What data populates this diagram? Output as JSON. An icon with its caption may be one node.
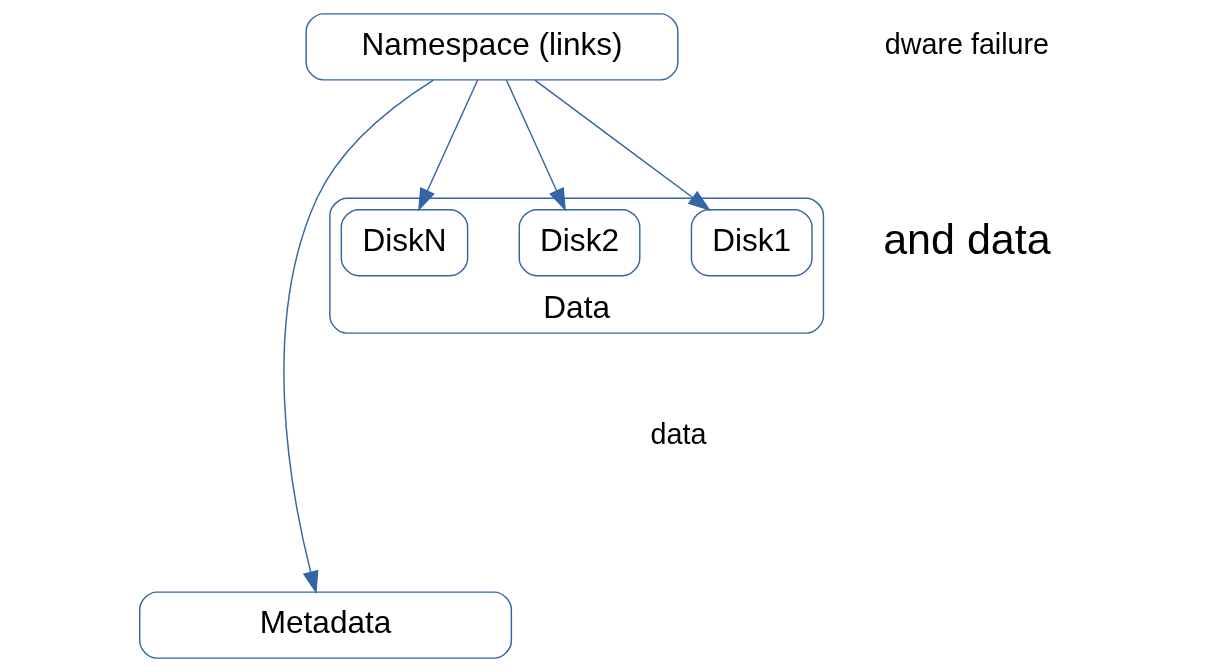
{
  "diagram": {
    "nodes": [
      {
        "text": [
          "Namespace (links)"
        ]
      },
      {
        "text": [
          "Metadata"
        ]
      },
      {
        "text": [
          "Data"
        ]
      },
      {
        "text": [
          "Disk1"
        ],
        "in": 2
      },
      {
        "text": [
          "Disk2"
        ],
        "in": 2
      },
      {
        "text": [
          "DiskN"
        ],
        "in": 2
      }
    ],
    "edges": [
      {
        "from": 0,
        "to": 1,
        "arrow": "to"
      },
      {
        "from": 0,
        "to": 3,
        "arrow": "to"
      },
      {
        "from": 0,
        "to": 4,
        "arrow": "to"
      },
      {
        "from": 0,
        "to": 5,
        "arrow": "to"
      }
    ],
    "labels": [
      "dware failure",
      "and data",
      "data"
    ]
  }
}
